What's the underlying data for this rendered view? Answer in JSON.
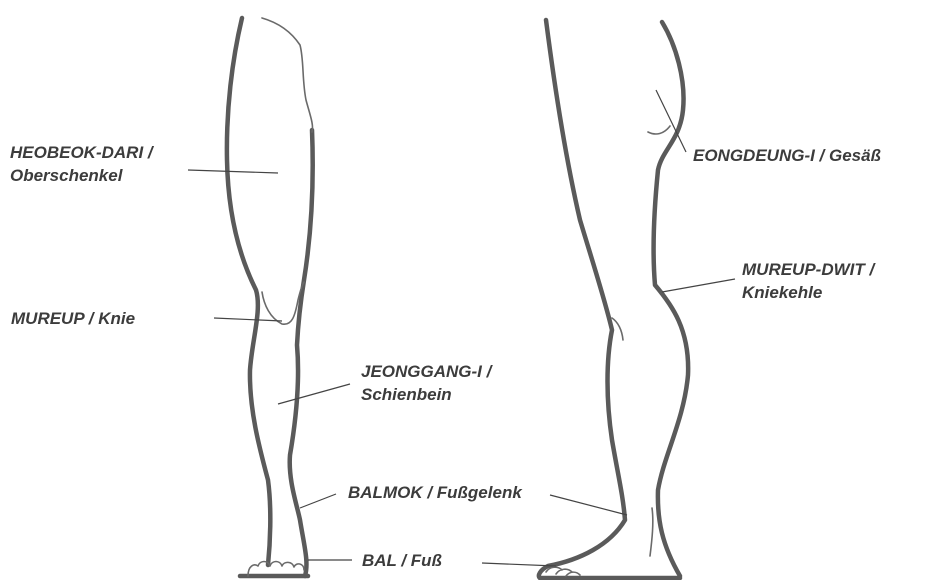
{
  "labels": {
    "thigh": {
      "line1": "HEOBEOK-DARI /",
      "line2": "Oberschenkel"
    },
    "knee": {
      "line1": "MUREUP / Knie"
    },
    "shin": {
      "line1": "JEONGGANG-I /",
      "line2": "Schienbein"
    },
    "ankle": {
      "line1": "BALMOK / Fußgelenk"
    },
    "foot": {
      "line1": "BAL / Fuß"
    },
    "buttock": {
      "line1": "EONGDEUNG-I / Gesäß"
    },
    "kneepit": {
      "line1": "MUREUP-DWIT /",
      "line2": "Kniekehle"
    }
  }
}
